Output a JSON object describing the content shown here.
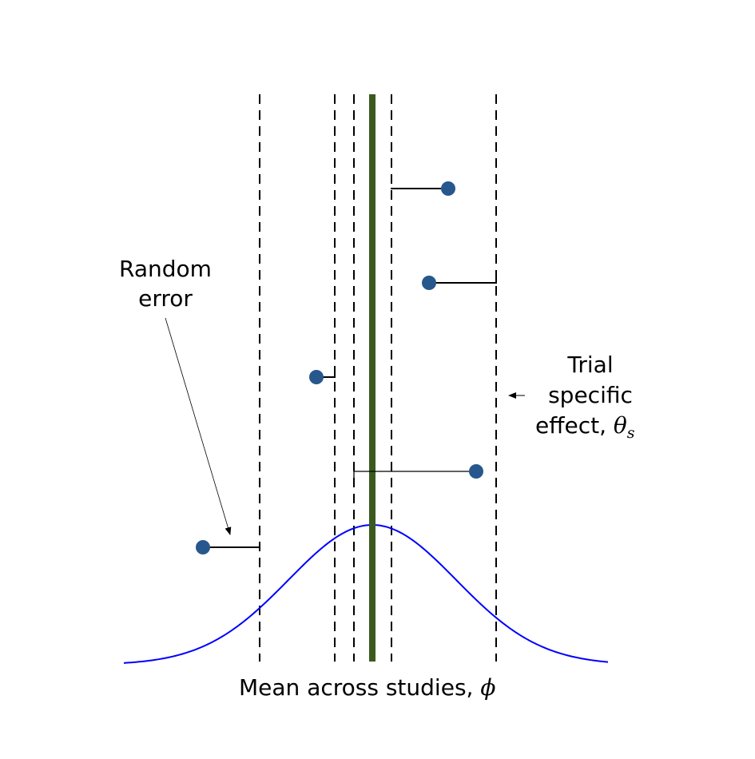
{
  "labels": {
    "random_error": [
      "Random",
      "error"
    ],
    "trial_effect": [
      "Trial",
      "specific",
      "effect, "
    ],
    "trial_effect_symbol": "θ",
    "trial_effect_subscript": "s",
    "mean_label": "Mean across studies, ",
    "mean_symbol": "ϕ"
  },
  "colors": {
    "mean_line": "#3b5a1e",
    "points": "#27578c",
    "curve": "#0000ff",
    "dashed": "#000000"
  }
}
